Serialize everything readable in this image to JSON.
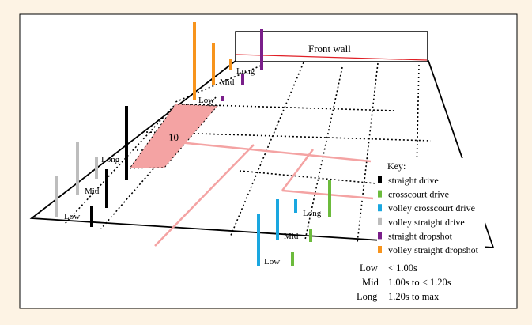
{
  "front_wall": {
    "label": "Front wall"
  },
  "zone_number": "10",
  "groups": {
    "left_back": {
      "low": "Low",
      "mid": "Mid",
      "long": "Long"
    },
    "left_front": {
      "low": "Low",
      "mid": "Mid",
      "long": "Long"
    },
    "right": {
      "low": "Low",
      "mid": "Mid",
      "long": "Long"
    }
  },
  "legend": {
    "title": "Key:",
    "items": [
      {
        "label": "straight drive",
        "color": "#000000"
      },
      {
        "label": "crosscourt drive",
        "color": "#6cbb3c"
      },
      {
        "label": "volley crosscourt drive",
        "color": "#1aa7e0"
      },
      {
        "label": "volley straight drive",
        "color": "#bdbdbd"
      },
      {
        "label": "straight dropshot",
        "color": "#7a1f8a"
      },
      {
        "label": "volley straight dropshot",
        "color": "#f7941d"
      }
    ]
  },
  "thresholds": [
    {
      "name": "Low",
      "range": "< 1.00s"
    },
    {
      "name": "Mid",
      "range": "1.00s to < 1.20s"
    },
    {
      "name": "Long",
      "range": "1.20s to max"
    }
  ],
  "colors": {
    "background": "#fdf3e4",
    "floor_line": "#f4a3a3",
    "highlight_zone": "#f4a3a3"
  }
}
